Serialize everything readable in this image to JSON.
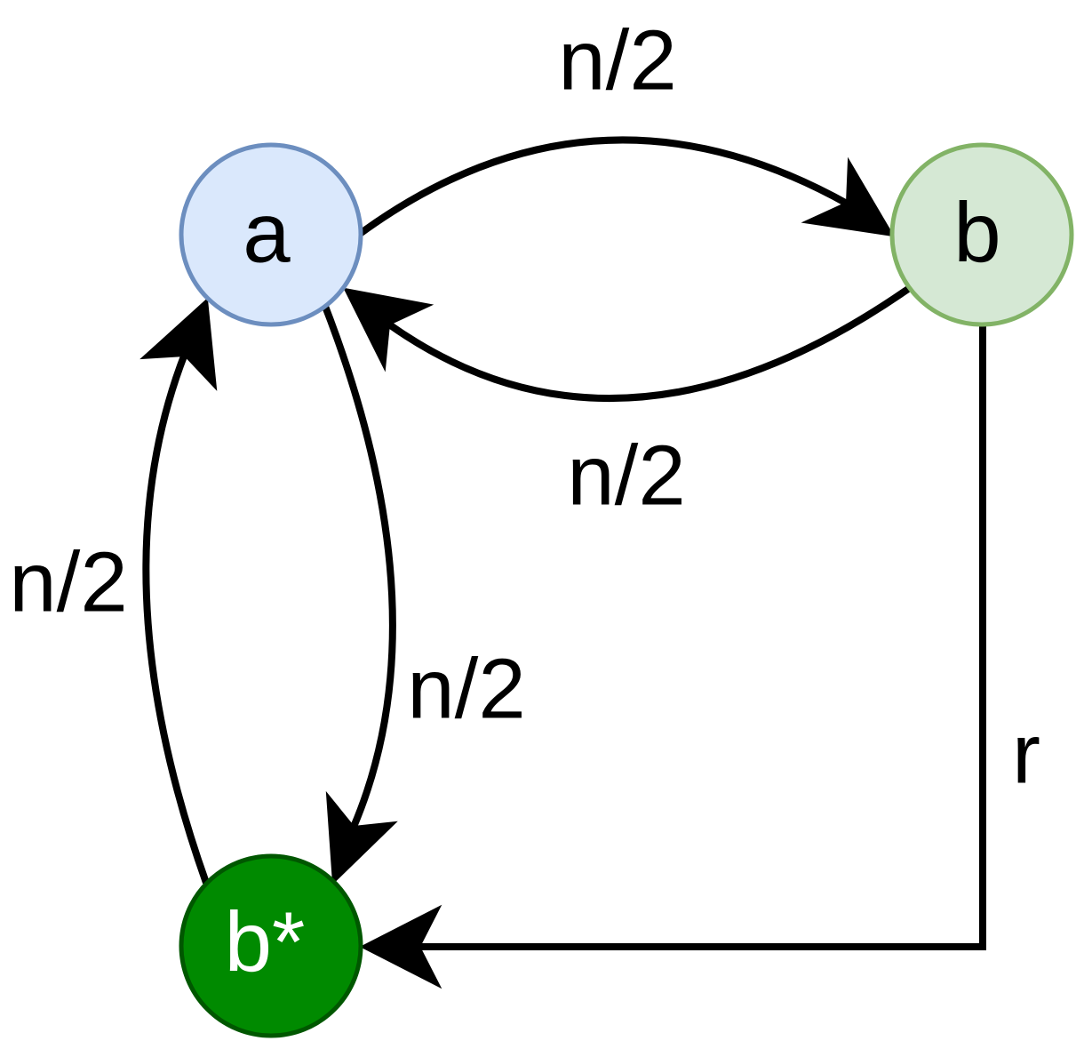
{
  "nodes": {
    "a": {
      "label": "a",
      "fill": "#dae8fc",
      "stroke": "#6c8ebf",
      "text_color": "#000000"
    },
    "b": {
      "label": "b",
      "fill": "#d5e8d4",
      "stroke": "#82b366",
      "text_color": "#000000"
    },
    "b_star": {
      "label": "b*",
      "fill": "#008a00",
      "stroke": "#005700",
      "text_color": "#ffffff"
    }
  },
  "edges": [
    {
      "from": "a",
      "to": "b",
      "label": "n/2"
    },
    {
      "from": "b",
      "to": "a",
      "label": "n/2"
    },
    {
      "from": "a",
      "to": "b*",
      "label": "n/2"
    },
    {
      "from": "b*",
      "to": "a",
      "label": "n/2"
    },
    {
      "from": "b",
      "to": "b*",
      "label": "r"
    }
  ]
}
